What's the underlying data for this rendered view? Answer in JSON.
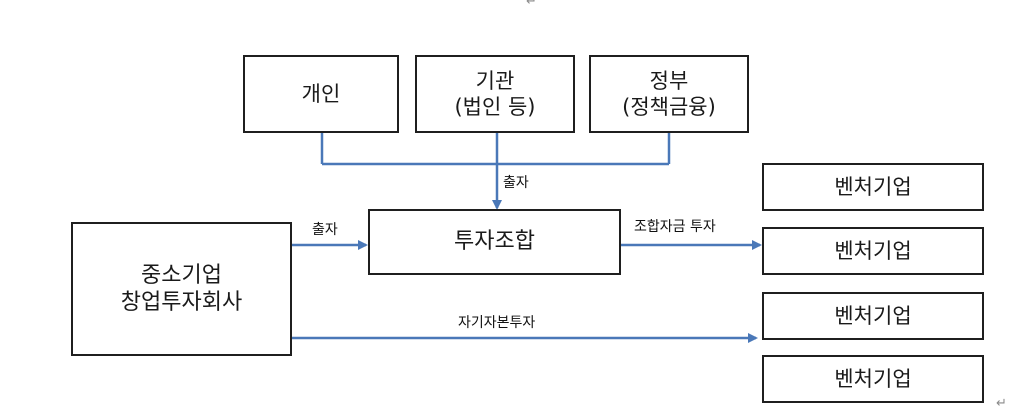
{
  "colors": {
    "arrow": "#4a78b8",
    "box_border": "#1f1f1f"
  },
  "investors": {
    "individual": "개인",
    "institution_line1": "기관",
    "institution_line2": "(법인 등)",
    "government_line1": "정부",
    "government_line2": "(정책금융)"
  },
  "center": {
    "fund": "투자조합"
  },
  "company": {
    "line1": "중소기업",
    "line2": "창업투자회사"
  },
  "ventures": [
    "벤처기업",
    "벤처기업",
    "벤처기업",
    "벤처기업"
  ],
  "edges": {
    "investors_to_fund": "출자",
    "company_to_fund": "출자",
    "fund_to_ventures": "조합자금 투자",
    "company_to_ventures": "자기자본투자"
  },
  "marks": {
    "paragraph": "↵"
  }
}
